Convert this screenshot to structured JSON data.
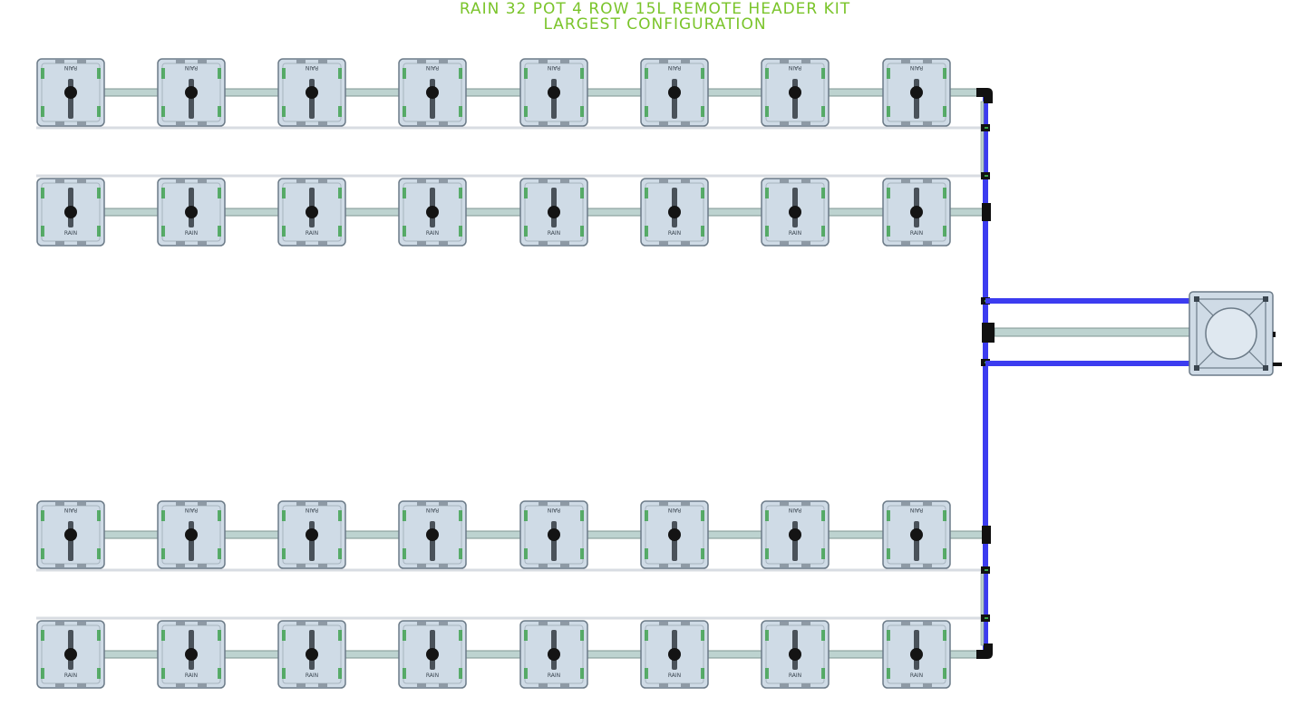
{
  "title": {
    "line1": "RAIN 32 POT 4 ROW 15L REMOTE HEADER KIT",
    "line2": "LARGEST CONFIGURATION"
  },
  "pot": {
    "label": "RAIN"
  },
  "layout": {
    "rows": 4,
    "pots_per_row": 8,
    "upper_row_pairs_labels": [
      "inverted",
      "normal",
      "inverted",
      "normal"
    ]
  },
  "colors": {
    "title": "#7ac42a",
    "pot_body": "#cfdbe6",
    "pot_border": "#6c7b88",
    "pipe": "#bdd3d0",
    "pipe_edge": "#7e9592",
    "return_line": "#3c3cf0",
    "fitting": "#111111",
    "accent": "#3aa04a"
  },
  "icons": {
    "pot": "pot-icon",
    "reservoir": "reservoir-icon",
    "elbow": "elbow-fitting-icon",
    "tee": "tee-fitting-icon"
  }
}
